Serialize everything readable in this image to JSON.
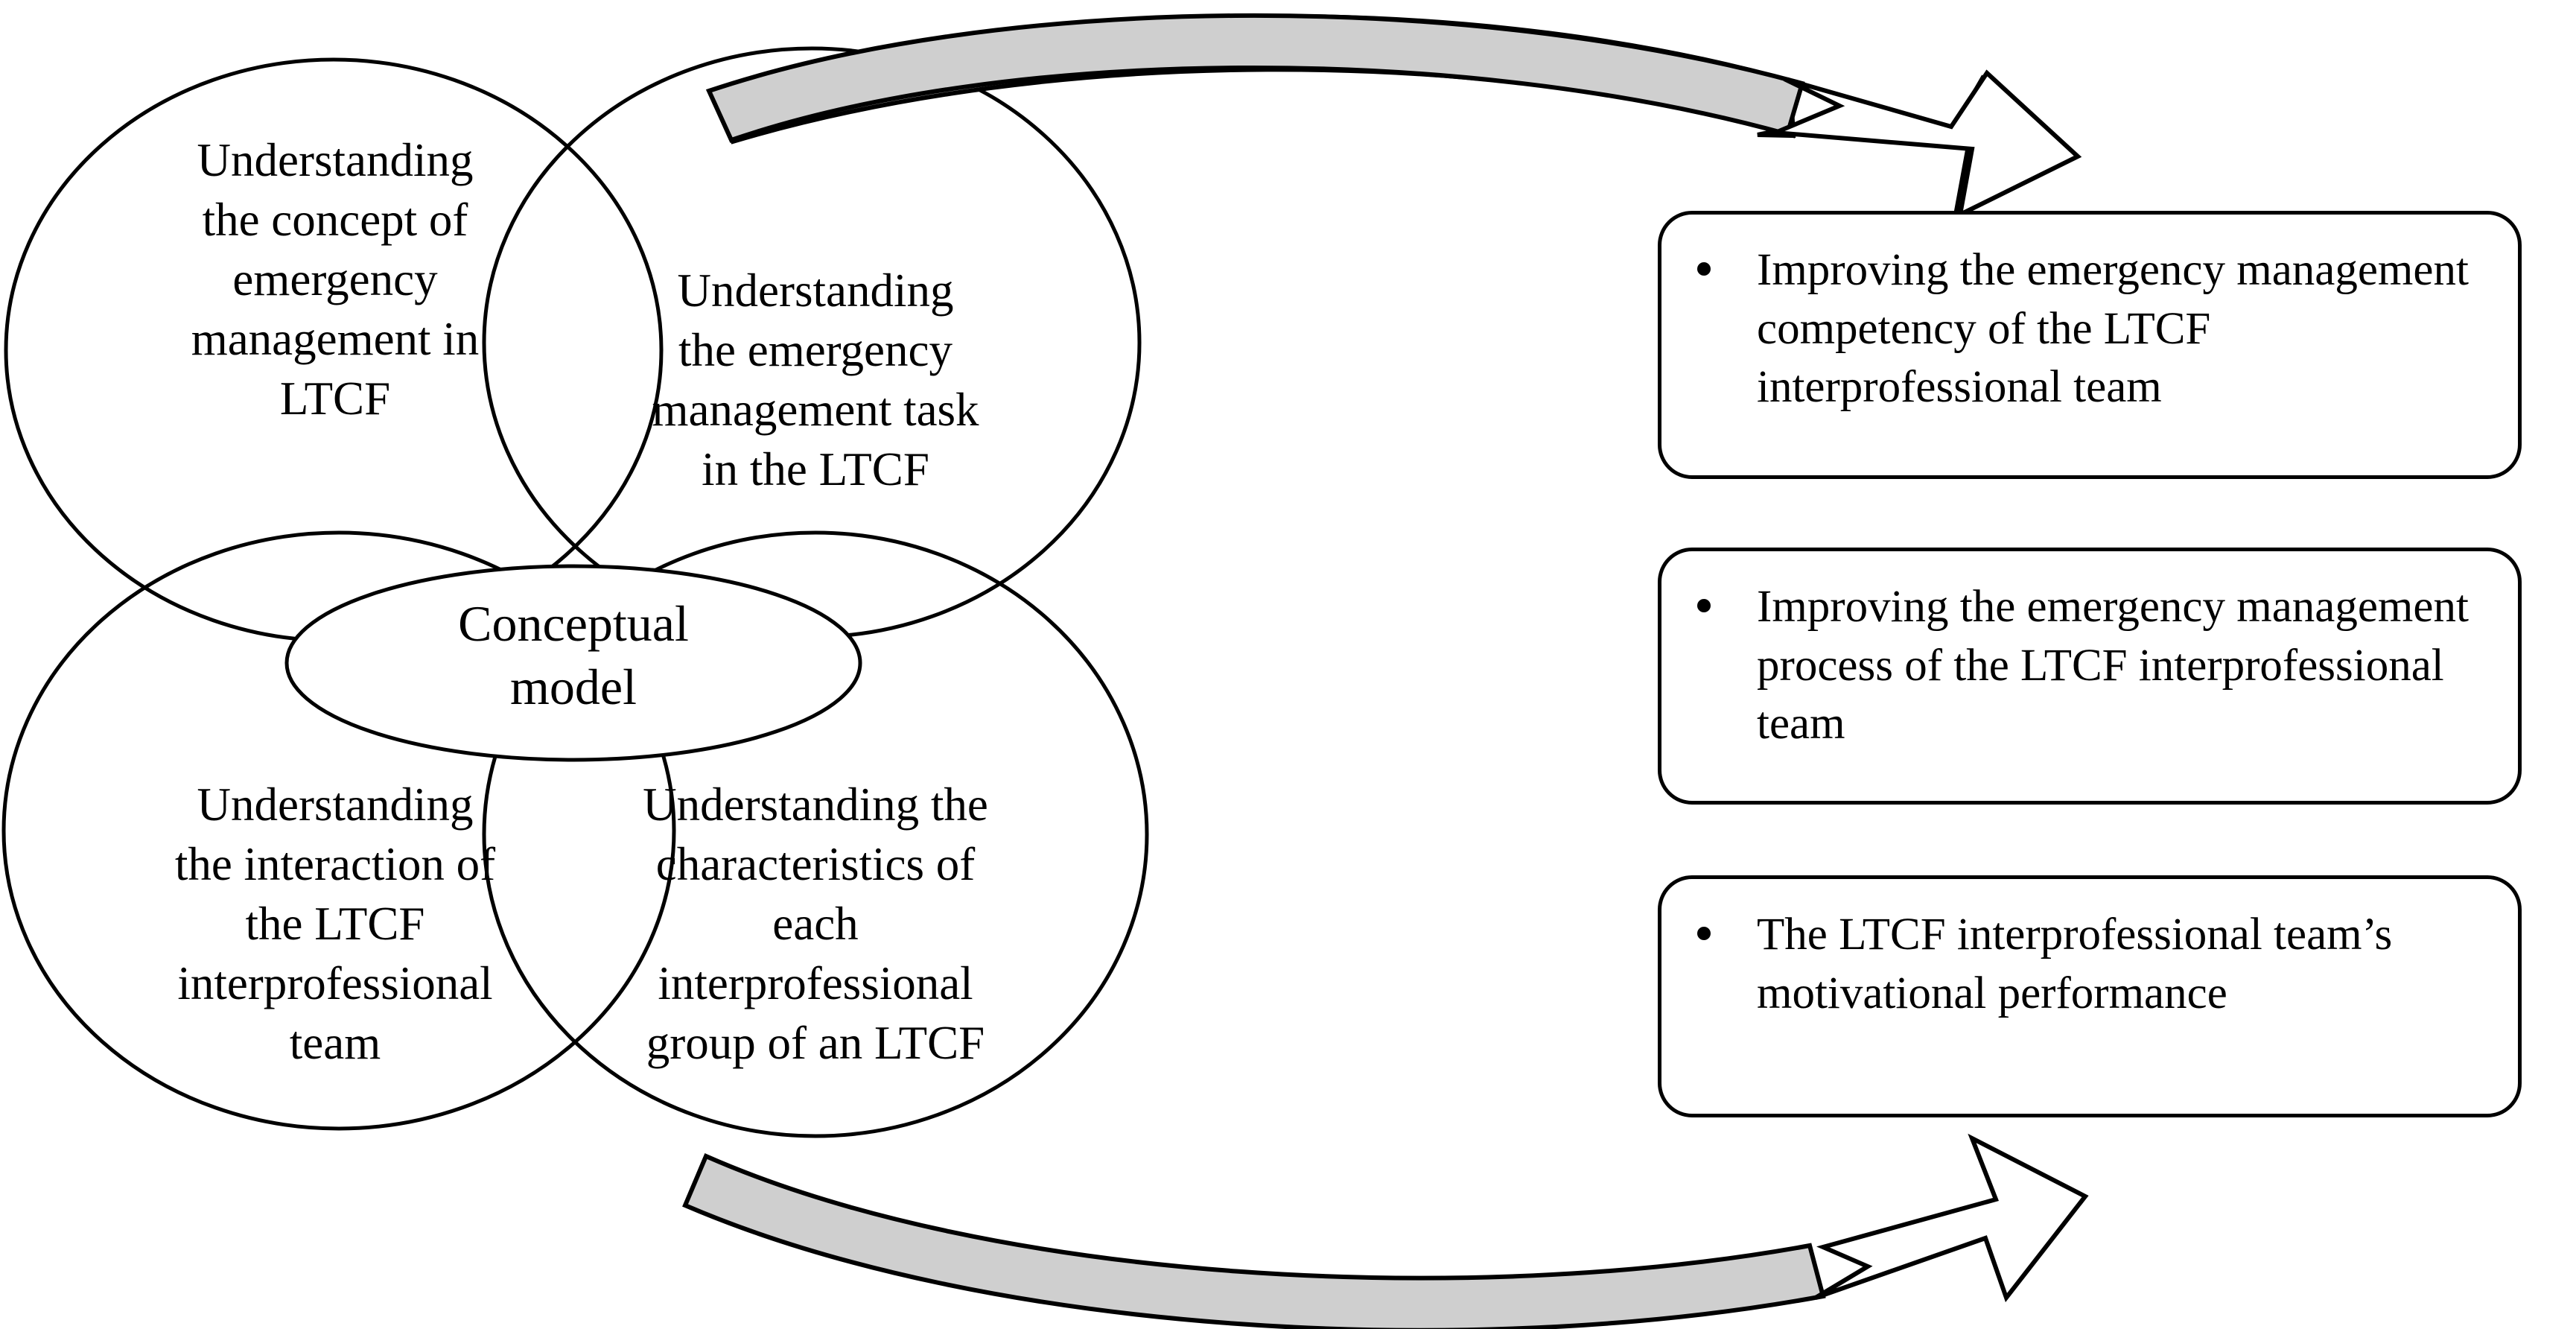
{
  "diagram": {
    "title": "Conceptual model of LTCF interprofessional emergency management",
    "center_node": {
      "label": "Conceptual\nmodel"
    },
    "petals": [
      {
        "id": "concept",
        "position": "top-left",
        "label": "Understanding\nthe concept of\nemergency\nmanagement in\nLTCF"
      },
      {
        "id": "task",
        "position": "top-right",
        "label": "Understanding\nthe emergency\nmanagement task\nin the LTCF"
      },
      {
        "id": "interaction",
        "position": "bottom-left",
        "label": "Understanding\nthe interaction of\nthe LTCF\ninterprofessional\nteam"
      },
      {
        "id": "characteristics",
        "position": "bottom-right",
        "label": "Understanding the\ncharacteristics of\neach\ninterprofessional\ngroup of an LTCF"
      }
    ],
    "outcomes": [
      {
        "id": "competency",
        "bullet": "•",
        "text": "Improving the emergency management competency of the LTCF interprofessional team"
      },
      {
        "id": "process",
        "bullet": "•",
        "text": "Improving the emergency management process of the LTCF interprofessional team"
      },
      {
        "id": "motivation",
        "bullet": "•",
        "text": "The LTCF interprofessional team’s motivational performance"
      }
    ],
    "connectors": [
      {
        "id": "top-arrow",
        "direction": "left-to-right",
        "shape": "curved-block-arrow"
      },
      {
        "id": "bottom-arrow",
        "direction": "left-to-right",
        "shape": "curved-block-arrow"
      }
    ],
    "colors": {
      "stroke": "#000000",
      "fill": "#ffffff",
      "arrow_band": "#cfcfcf"
    }
  }
}
